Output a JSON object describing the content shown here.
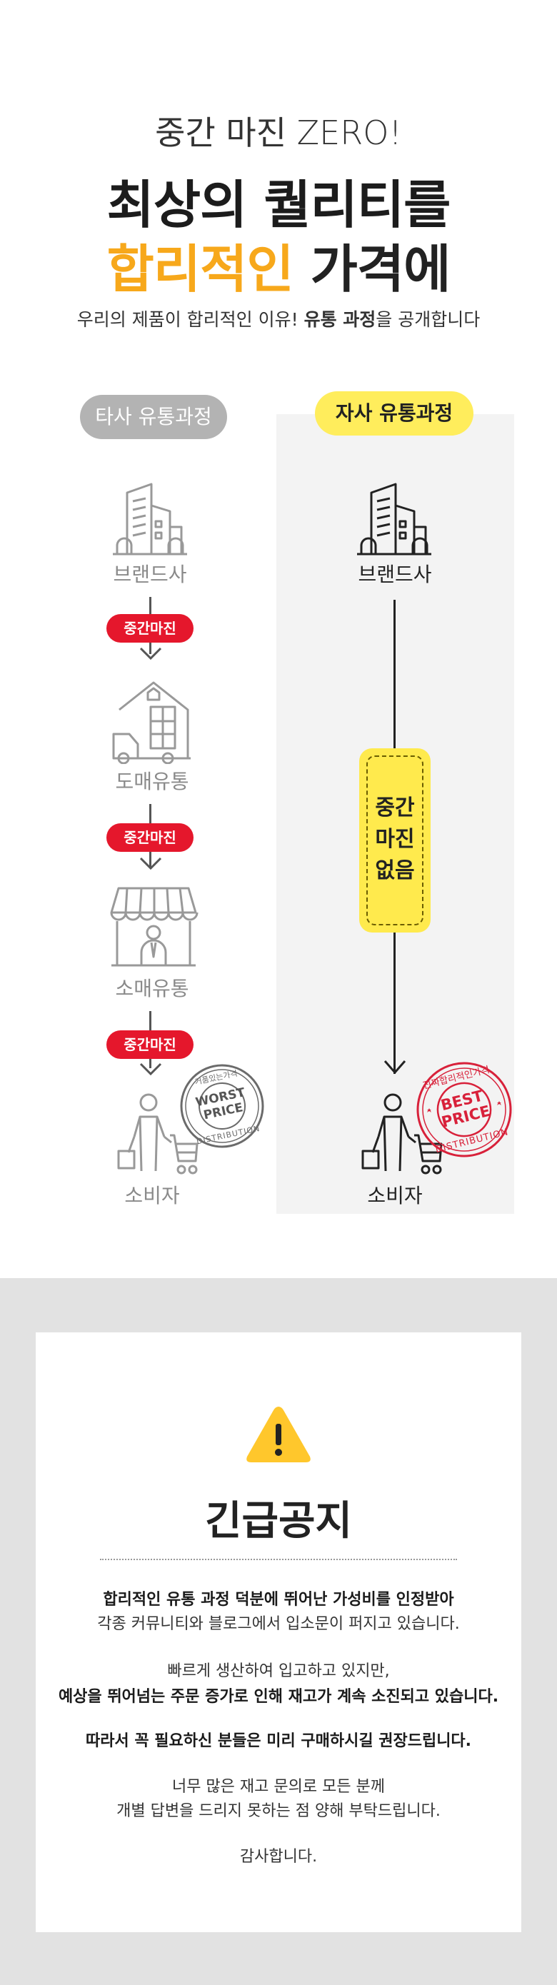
{
  "header": {
    "subtitle": "중간 마진 ZERO!",
    "title_line1": "최상의 퀄리티를",
    "title_line2_highlight": "합리적인",
    "title_line2_rest": " 가격에",
    "desc_pre": "우리의 제품이 합리적인 이유! ",
    "desc_bold": "유통 과정",
    "desc_post": "을 공개합니다"
  },
  "comparison": {
    "other_label": "타사 유통과정",
    "our_label": "자사 유통과정",
    "other_stages": [
      "브랜드사",
      "도매유통",
      "소매유통",
      "소비자"
    ],
    "our_stages": [
      "브랜드사",
      "소비자"
    ],
    "margin_badge": "중간마진",
    "no_margin_text": [
      "중간",
      "마진",
      "없음"
    ],
    "worst_stamp": {
      "top": "거품있는가격",
      "main1": "WORST",
      "main2": "PRICE",
      "bottom": "DISTRIBUTION"
    },
    "best_stamp": {
      "top": "진짜합리적인가격",
      "main1": "BEST",
      "main2": "PRICE",
      "bottom": "DISTRIBUTION"
    }
  },
  "notice": {
    "title": "긴급공지",
    "lines": [
      "합리적인 유통 과정 덕분에 뛰어난 가성비를 인정받아",
      "각종 커뮤니티와 블로그에서 입소문이 퍼지고 있습니다.",
      "빠르게 생산하여 입고하고 있지만,",
      "예상을 뛰어넘는 주문 증가로 인해 재고가 계속 소진되고 있습니다.",
      "따라서 꼭 필요하신 분들은 미리 구매하시길 권장드립니다.",
      "너무 많은 재고 문의로 모든 분께",
      "개별 답변을 드리지 못하는 점 양해 부탁드립니다.",
      "감사합니다."
    ]
  },
  "colors": {
    "accent_yellow": "#f7a81b",
    "pill_yellow": "#ffed5c",
    "badge_red": "#e5172c",
    "stamp_red": "#d8213a"
  }
}
